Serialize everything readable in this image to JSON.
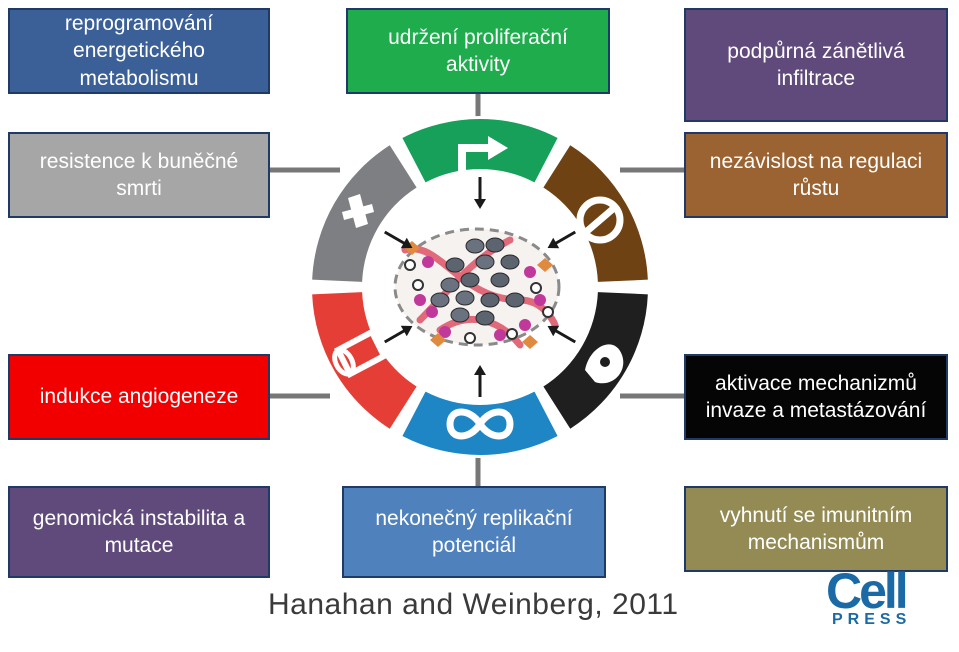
{
  "boxes": {
    "reprogram": {
      "label": "reprogramování energetického metabolismu",
      "color": "#3b5f97"
    },
    "prolif": {
      "label": "udržení proliferační aktivity",
      "color": "#1fac4d"
    },
    "inflam": {
      "label": "podpůrná zánětlivá infiltrace",
      "color": "#604a7b"
    },
    "death": {
      "label": "resistence k buněčné smrti",
      "color": "#a6a6a6"
    },
    "growth": {
      "label": "nezávislost na regulaci růstu",
      "color": "#9a6331"
    },
    "angio": {
      "label": "indukce angiogeneze",
      "color": "#f20000"
    },
    "invasion": {
      "label": "aktivace mechanizmů invaze a metastázování",
      "color": "#050505"
    },
    "genomic": {
      "label": "genomická instabilita a mutace",
      "color": "#604a7b"
    },
    "replic": {
      "label": "nekonečný replikační potenciál",
      "color": "#4f81bd"
    },
    "immune": {
      "label": "vyhnutí se imunitním mechanismům",
      "color": "#948a54"
    }
  },
  "ring": {
    "segments": [
      {
        "name": "proliferation",
        "color": "#17a05a",
        "icon": "arrow-up-right-icon"
      },
      {
        "name": "growth-suppressor",
        "color": "#6e4212",
        "icon": "no-entry-icon"
      },
      {
        "name": "invasion",
        "color": "#1f1f1f",
        "icon": "crab-icon"
      },
      {
        "name": "replicative",
        "color": "#1e86c4",
        "icon": "infinity-icon"
      },
      {
        "name": "angiogenesis",
        "color": "#e53e37",
        "icon": "vessel-icon"
      },
      {
        "name": "cell-death",
        "color": "#7d7f82",
        "icon": "cross-icon"
      }
    ]
  },
  "citation": "Hanahan and Weinberg, 2011",
  "logo": {
    "cell": "Cell",
    "press": "PRESS",
    "color": "#1b6aa5"
  }
}
